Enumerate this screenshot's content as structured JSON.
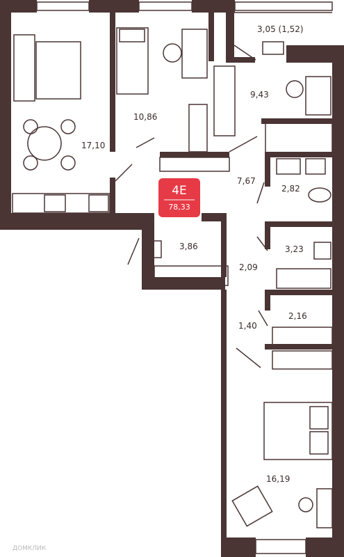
{
  "apartment": {
    "code": "4E",
    "total_area": "78,33",
    "badge_color": "#e63a46",
    "wall_color": "#4a3434"
  },
  "rooms": [
    {
      "name": "room-living-kitchen",
      "area": "17,10"
    },
    {
      "name": "room-bedroom-small",
      "area": "10,86"
    },
    {
      "name": "room-balcony",
      "area": "3,05 (1,52)"
    },
    {
      "name": "room-bedroom-top-right",
      "area": "9,43"
    },
    {
      "name": "room-corridor-middle",
      "area": "7,67"
    },
    {
      "name": "room-bathroom-wc",
      "area": "2,82"
    },
    {
      "name": "room-hall",
      "area": "3,86"
    },
    {
      "name": "room-bathroom",
      "area": "3,23"
    },
    {
      "name": "room-corridor-lower",
      "area": "2,09"
    },
    {
      "name": "room-wardrobe",
      "area": "2,16"
    },
    {
      "name": "room-corridor-small",
      "area": "1,40"
    },
    {
      "name": "room-bedroom-large",
      "area": "16,19"
    }
  ],
  "watermark": "ДОМКЛИК",
  "icons": [
    "bed-icon",
    "sofa-icon",
    "table-icon",
    "chair-icon",
    "stove-icon",
    "sink-icon",
    "toilet-icon",
    "bathtub-icon",
    "armchair-icon",
    "wardrobe-icon",
    "desk-icon"
  ]
}
